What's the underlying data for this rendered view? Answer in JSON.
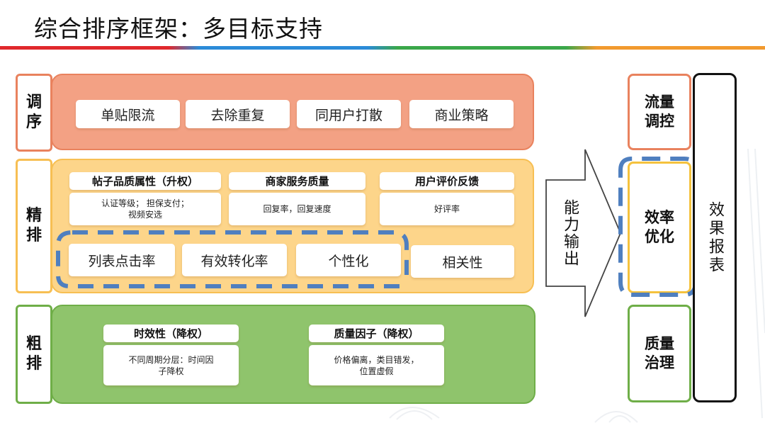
{
  "title": "综合排序框架：多目标支持",
  "layers": [
    {
      "label": "调序",
      "items": [
        "单贴限流",
        "去除重复",
        "同用户打散",
        "商业策略"
      ]
    },
    {
      "label": "精排",
      "groups": [
        {
          "header": "帖子品质属性（升权）",
          "detail": "认证等级； 担保支付；\n视频安选"
        },
        {
          "header": "商家服务质量",
          "detail": "回复率，回复速度"
        },
        {
          "header": "用户评价反馈",
          "detail": "好评率"
        }
      ],
      "items": [
        "列表点击率",
        "有效转化率",
        "个性化",
        "相关性"
      ]
    },
    {
      "label": "粗排",
      "groups": [
        {
          "header": "时效性（降权）",
          "detail": "不同周期分层：时间因\n子降权"
        },
        {
          "header": "质量因子（降权）",
          "detail": "价格偏离，类目错发，\n位置虚假"
        }
      ]
    }
  ],
  "arrow_text": "能力输出",
  "outputs": [
    "流量调控",
    "效率优化",
    "质量治理"
  ],
  "report": "效果报表",
  "colors": {
    "top_band": "#f3a184",
    "top_border": "#e9825e",
    "mid_band": "#fdd58a",
    "mid_border": "#f7bf53",
    "bottom_band": "#8fc46c",
    "bottom_border": "#6fae48",
    "dash_blue": "#4f7fbf"
  }
}
